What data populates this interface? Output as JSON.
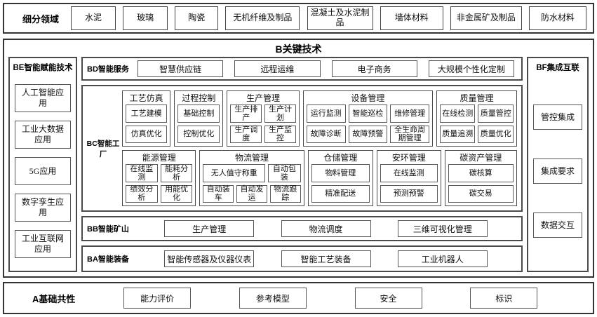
{
  "colors": {
    "background": "#ffffff",
    "border": "#3a3a3a",
    "text": "#111111"
  },
  "top_band": {
    "label": "细分领域",
    "items": [
      {
        "t": "水泥",
        "w": 64
      },
      {
        "t": "玻璃",
        "w": 64
      },
      {
        "t": "陶瓷",
        "w": 62
      },
      {
        "t": "无机纤维及制品",
        "w": 106
      },
      {
        "t": "混凝土及水泥制品",
        "w": 94
      },
      {
        "t": "墙体材料",
        "w": 90
      },
      {
        "t": "非金属矿及制品",
        "w": 102
      },
      {
        "t": "防水材料",
        "w": 82
      }
    ]
  },
  "main": {
    "title": "B关键技术",
    "be": {
      "label": "BE智能赋能技术",
      "items": [
        "人工智能应用",
        "工业大数据应用",
        "5G应用",
        "数字孪生应用",
        "工业互联网应用"
      ]
    },
    "bd": {
      "label": "BD智能服务",
      "items": [
        "智慧供应链",
        "远程运维",
        "电子商务",
        "大规模个性化定制"
      ]
    },
    "bc": {
      "label": "BC智能工厂",
      "rows": [
        {
          "groups": [
            {
              "title": "工艺仿真",
              "flex": 66,
              "grid": [
                [
                  "工艺建模"
                ],
                [
                  "仿真优化"
                ]
              ]
            },
            {
              "title": "过程控制",
              "flex": 67,
              "grid": [
                [
                  "基础控制"
                ],
                [
                  "控制优化"
                ]
              ]
            },
            {
              "title": "生产管理",
              "flex": 104,
              "grid": [
                [
                  "生产排产",
                  "生产计划"
                ],
                [
                  "生产调度",
                  "生产监控"
                ]
              ]
            },
            {
              "title": "设备管理",
              "flex": 195,
              "grid": [
                [
                  "运行监测",
                  "智能巡检",
                  "维修管理"
                ],
                [
                  "故障诊断",
                  "故障预警",
                  "全生命周期管理"
                ]
              ]
            },
            {
              "title": "质量管理",
              "flex": 117,
              "grid": [
                [
                  "在线检测",
                  "质量管控"
                ],
                [
                  "质量追溯",
                  "质量优化"
                ]
              ]
            }
          ]
        },
        {
          "groups": [
            {
              "title": "能源管理",
              "flex": 96,
              "grid": [
                [
                  "在线监测",
                  "能耗分析"
                ],
                [
                  "绩效分析",
                  "用能优化"
                ]
              ]
            },
            {
              "title": "物流管理",
              "flex": 140,
              "grid": [
                [
                  {
                    "t": "无人值守称重",
                    "flex": 2
                  },
                  "自动包装"
                ],
                [
                  "自动装车",
                  "自动发运",
                  "物流跟踪"
                ]
              ]
            },
            {
              "title": "仓储管理",
              "flex": 84,
              "grid": [
                [
                  "物料管理"
                ],
                [
                  "精准配送"
                ]
              ]
            },
            {
              "title": "安环管理",
              "flex": 82,
              "grid": [
                [
                  "在线监测"
                ],
                [
                  "预测预警"
                ]
              ]
            },
            {
              "title": "碳资产管理",
              "flex": 94,
              "grid": [
                [
                  "碳核算"
                ],
                [
                  "碳交易"
                ]
              ]
            }
          ]
        }
      ]
    },
    "bb": {
      "label": "BB智能矿山",
      "items": [
        "生产管理",
        "物流调度",
        "三维可视化管理"
      ]
    },
    "ba": {
      "label": "BA智能装备",
      "items": [
        "智能传感器及仪器仪表",
        "智能工艺装备",
        "工业机器人"
      ]
    },
    "bf": {
      "label": "BF集成互联",
      "items": [
        "管控集成",
        "集成要求",
        "数据交互"
      ]
    }
  },
  "bottom_band": {
    "label": "A基础共性",
    "items": [
      "能力评价",
      "参考模型",
      "安全",
      "标识"
    ]
  }
}
